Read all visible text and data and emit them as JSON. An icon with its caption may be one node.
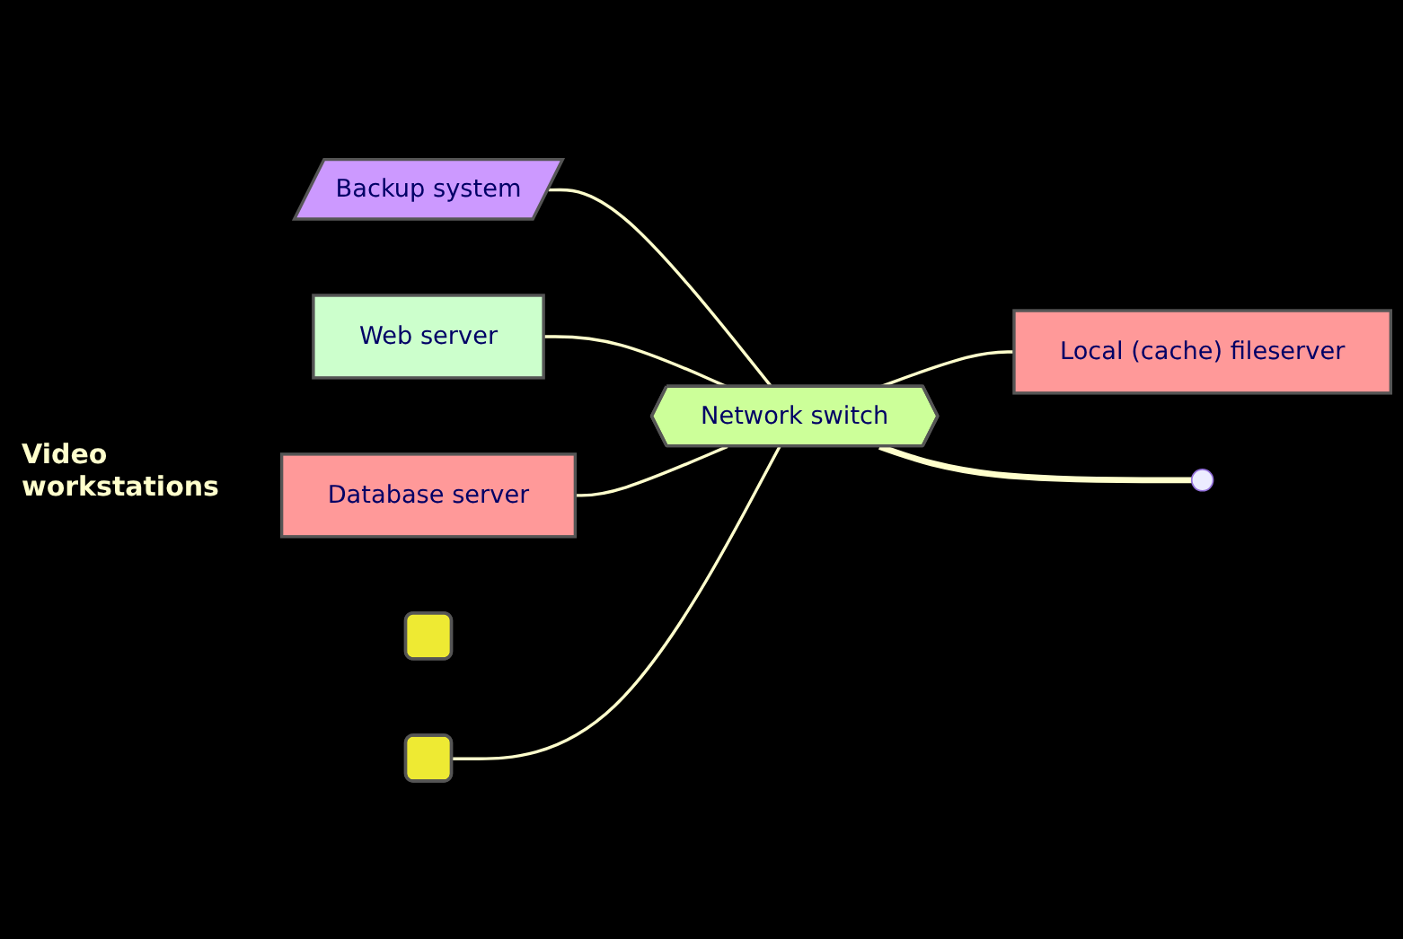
{
  "diagram": {
    "nodes": [
      {
        "text": [
          "Backup system"
        ]
      },
      {
        "text": [
          "Web server"
        ]
      },
      {
        "text": [
          "Network switch"
        ]
      },
      {
        "text": [
          "Database server"
        ]
      },
      {
        "text": [
          "Local (cache) fileserver"
        ]
      },
      {
        "text": [],
        "shape": "box"
      },
      {
        "text": [],
        "shape": "box"
      }
    ],
    "edges": [
      {
        "from": 0,
        "to": 2,
        "arrow": "none"
      },
      {
        "from": 1,
        "to": 2,
        "arrow": "none"
      },
      {
        "from": 3,
        "to": 2,
        "arrow": "none"
      },
      {
        "from": 6,
        "to": 2,
        "arrow": "none"
      },
      {
        "from": 2,
        "to": 4,
        "arrow": "none"
      },
      {
        "from": 2,
        "to": null,
        "arrow": "none",
        "style": "thick"
      }
    ],
    "labels": [
      "Video workstations"
    ]
  }
}
